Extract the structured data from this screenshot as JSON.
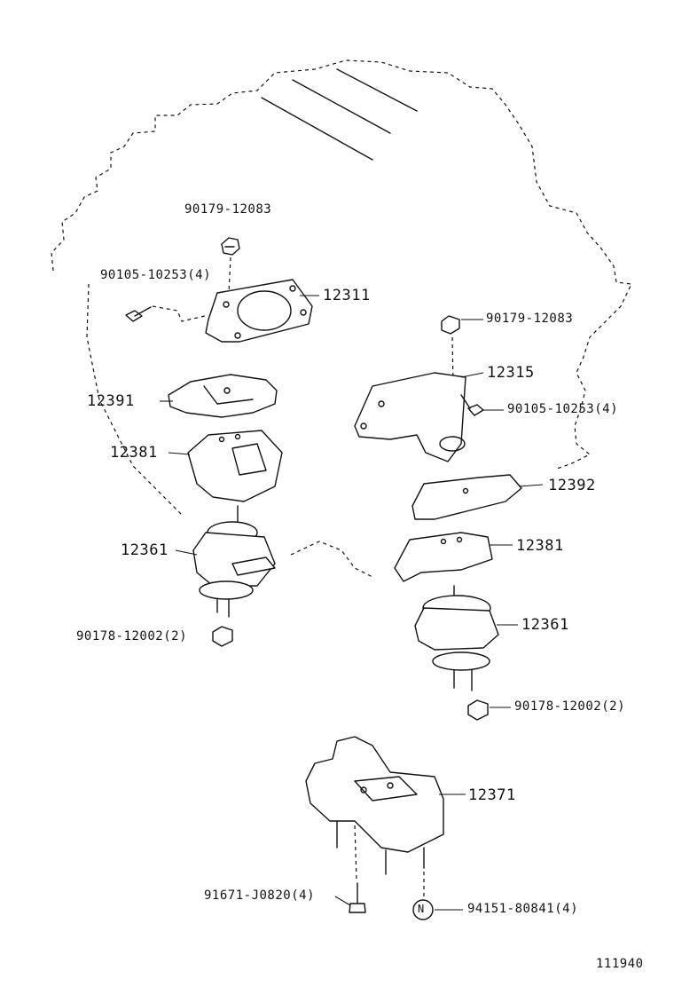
{
  "labels": {
    "top_nut_left": "90179-12083",
    "bolt_left": "90105-10253(4)",
    "bracket_left": "12311",
    "plate_left": "12391",
    "insulator_left": "12381",
    "mount_left": "12361",
    "nut_left": "90178-12002(2)",
    "top_nut_right": "90179-12083",
    "bracket_right": "12315",
    "bolt_right": "90105-10253(4)",
    "plate_right": "12392",
    "insulator_right": "12381",
    "mount_right": "12361",
    "nut_right": "90178-12002(2)",
    "rear_mount": "12371",
    "rear_bolt": "91671-J0820(4)",
    "rear_nut": "94151-80841(4)",
    "rear_nut_symbol": "N",
    "figure_number": "111940"
  }
}
